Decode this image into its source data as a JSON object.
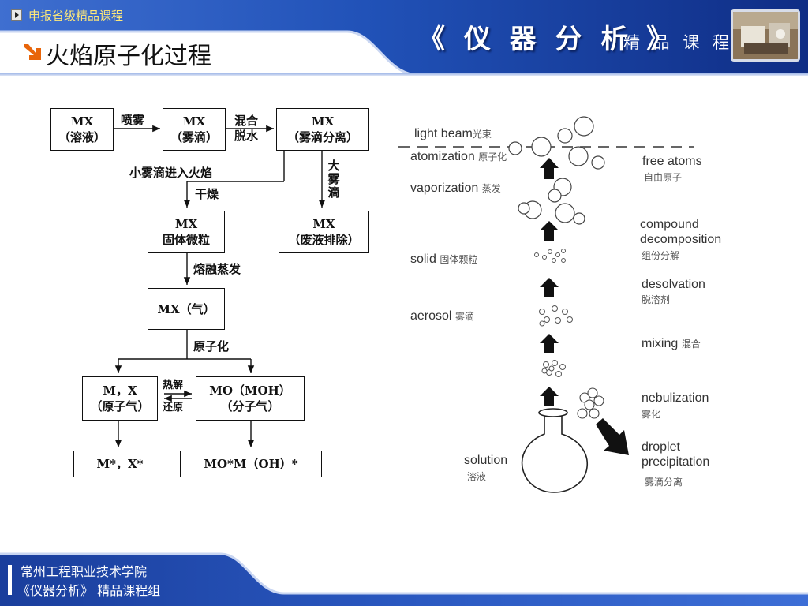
{
  "header": {
    "tag": "申报省级精品课程",
    "course_title": "《 仪 器 分 析 》",
    "course_subtitle": "精 品 课 程",
    "page_title": "火焰原子化过程"
  },
  "flowchart": {
    "box_solution_1": "MX",
    "box_solution_2": "（溶液）",
    "arrow_spray": "喷雾",
    "box_droplet_1": "MX",
    "box_droplet_2": "（雾滴）",
    "arrow_mix_1": "混合",
    "arrow_mix_2": "脱水",
    "box_separate_1": "MX",
    "box_separate_2": "（雾滴分离）",
    "label_small_droplet": "小雾滴进入火焰",
    "label_dry": "干燥",
    "label_big_droplet": [
      "大",
      "雾",
      "滴"
    ],
    "box_solid_1": "MX",
    "box_solid_2": "固体微粒",
    "box_waste_1": "MX",
    "box_waste_2": "（废液排除）",
    "label_melt": "熔融蒸发",
    "box_gas": "MX（气）",
    "label_atomize": "原子化",
    "box_atom_1": "M，X",
    "box_atom_2": "（原子气）",
    "label_pyrolysis": "热解",
    "label_reduce": "还原",
    "box_molecule_1": "MO（MOH）",
    "box_molecule_2": "（分子气）",
    "box_excited_atom": "M*，X*",
    "box_excited_mol": "MO*M（OH）*"
  },
  "process": {
    "light_beam": "light beam",
    "light_beam_zh": "光束",
    "atomization": "atomization",
    "atomization_zh": "原子化",
    "vaporization": "vaporization",
    "vaporization_zh": "蒸发",
    "solid": "solid",
    "solid_zh": "固体颗粒",
    "aerosol": "aerosol",
    "aerosol_zh": "雾滴",
    "solution": "solution",
    "solution_zh": "溶液",
    "free_atoms": "free atoms",
    "free_atoms_zh": "自由原子",
    "compound": "compound",
    "decomposition": "decomposition",
    "decomposition_zh": "组份分解",
    "desolvation": "desolvation",
    "desolvation_zh": "脱溶剂",
    "mixing": "mixing",
    "mixing_zh": "混合",
    "nebulization": "nebulization",
    "nebulization_zh": "雾化",
    "droplet": "droplet",
    "precipitation": "precipitation",
    "precipitation_zh": "雾滴分离"
  },
  "footer": {
    "line1": "常州工程职业技术学院",
    "line2": "《仪器分析》 精品课程组"
  },
  "colors": {
    "header_blue": "#1c47a8",
    "header_dark": "#0e2a78",
    "tag_yellow": "#ffe97a",
    "title_arrow_orange": "#e8650a"
  }
}
